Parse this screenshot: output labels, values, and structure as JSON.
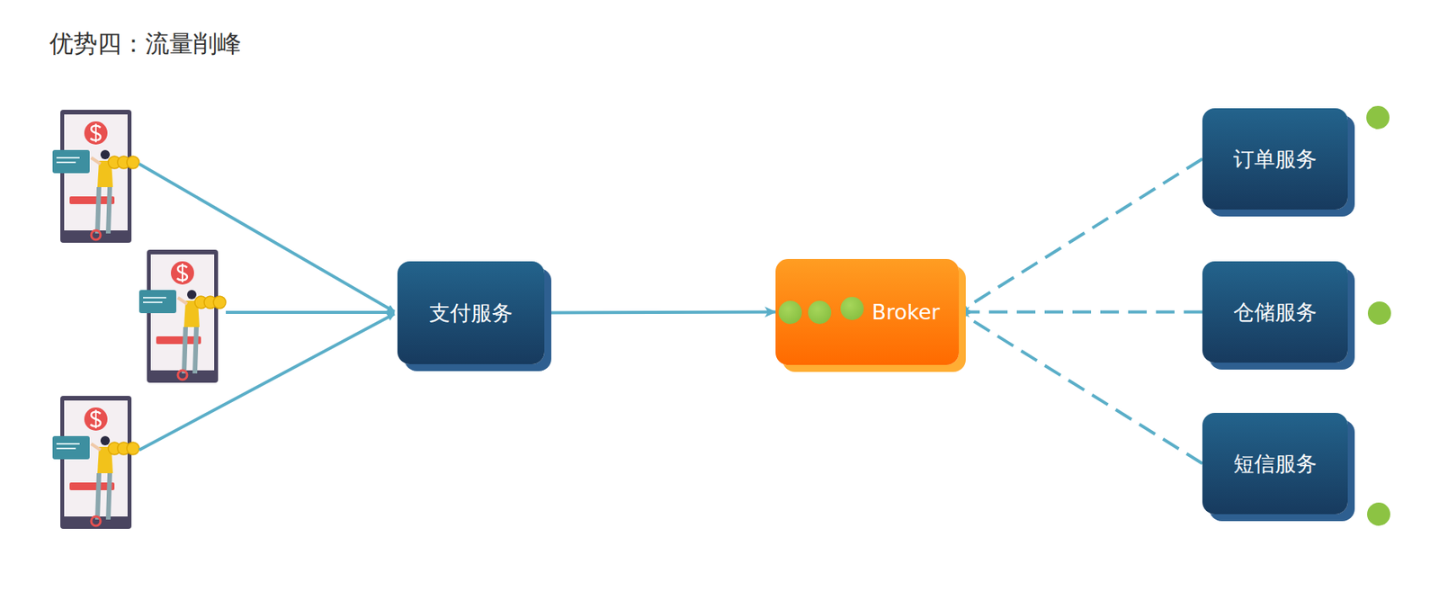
{
  "diagram": {
    "title": "优势四：流量削峰",
    "nodes": [
      {
        "text": [
          "支付服务"
        ]
      },
      {
        "text": [
          "Broker"
        ]
      },
      {
        "text": [
          "订单服务"
        ]
      },
      {
        "text": [
          "仓储服务"
        ]
      },
      {
        "text": [
          "短信服务"
        ]
      }
    ],
    "edges": [
      {
        "from": 0,
        "to": 1,
        "arrow": "to"
      },
      {
        "from": 2,
        "to": 1,
        "arrow": "to"
      },
      {
        "from": 3,
        "to": 1,
        "arrow": "to"
      },
      {
        "from": 4,
        "to": 1,
        "arrow": "to"
      }
    ]
  }
}
